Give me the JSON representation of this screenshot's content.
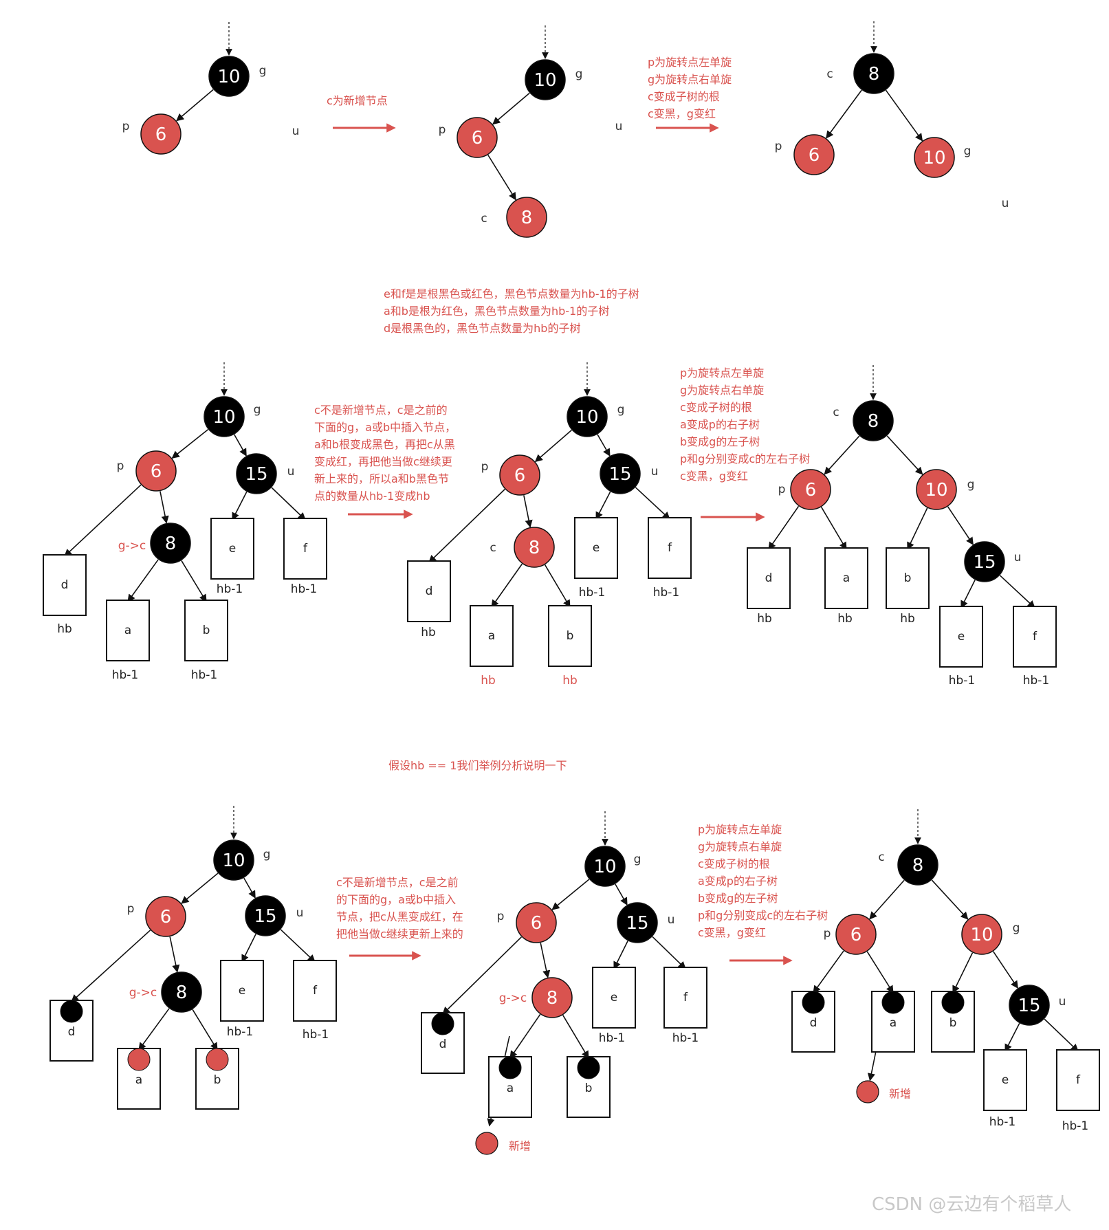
{
  "colors": {
    "red": "#d9534f",
    "black": "#000000",
    "arrow": "#d9534f",
    "note": "#d9534f"
  },
  "watermark": "CSDN @云边有个稻草人",
  "notes": {
    "r1a1": [
      "c为新增节点"
    ],
    "r1a2": [
      "p为旋转点左单旋",
      "g为旋转点右单旋",
      "c变成子树的根",
      "c变黑，g变红"
    ],
    "r2header": [
      "e和f是是根黑色或红色，黑色节点数量为hb-1的子树",
      "a和b是根为红色，黑色节点数量为hb-1的子树",
      "d是根黑色的，黑色节点数量为hb的子树"
    ],
    "r2a1": [
      "c不是新增节点，c是之前的",
      "下面的g，a或b中插入节点，",
      "a和b根变成黑色，再把c从黑",
      "变成红，再把他当做c继续更",
      "新上来的，所以a和b黑色节",
      "点的数量从hb-1变成hb"
    ],
    "r2a2": [
      "p为旋转点左单旋",
      "g为旋转点右单旋",
      "c变成子树的根",
      "a变成p的右子树",
      "b变成g的左子树",
      "p和g分别变成c的左右子树",
      "c变黑，g变红"
    ],
    "r3header": [
      "假设hb == 1我们举例分析说明一下"
    ],
    "r3a1": [
      "c不是新增节点，c是之前",
      "的下面的g，a或b中插入",
      "节点，把c从黑变成红，在",
      "把他当做c继续更新上来的"
    ],
    "r3a2": [
      "p为旋转点左单旋",
      "g为旋转点右单旋",
      "c变成子树的根",
      "a变成p的右子树",
      "b变成g的左子树",
      "p和g分别变成c的左右子树",
      "c变黑，g变红"
    ]
  },
  "nodes": [
    {
      "id": "r1t1g",
      "v": "10",
      "c": "black"
    },
    {
      "id": "r1t1p",
      "v": "6",
      "c": "red"
    },
    {
      "id": "r1t2g",
      "v": "10",
      "c": "black"
    },
    {
      "id": "r1t2p",
      "v": "6",
      "c": "red"
    },
    {
      "id": "r1t2c",
      "v": "8",
      "c": "red"
    },
    {
      "id": "r1t3c",
      "v": "8",
      "c": "black"
    },
    {
      "id": "r1t3p",
      "v": "6",
      "c": "red"
    },
    {
      "id": "r1t3g",
      "v": "10",
      "c": "red"
    },
    {
      "id": "r2t1g",
      "v": "10",
      "c": "black"
    },
    {
      "id": "r2t1p",
      "v": "6",
      "c": "red"
    },
    {
      "id": "r2t1u",
      "v": "15",
      "c": "black"
    },
    {
      "id": "r2t1c",
      "v": "8",
      "c": "black"
    },
    {
      "id": "r2t2g",
      "v": "10",
      "c": "black"
    },
    {
      "id": "r2t2p",
      "v": "6",
      "c": "red"
    },
    {
      "id": "r2t2u",
      "v": "15",
      "c": "black"
    },
    {
      "id": "r2t2c",
      "v": "8",
      "c": "red"
    },
    {
      "id": "r2t3c",
      "v": "8",
      "c": "black"
    },
    {
      "id": "r2t3p",
      "v": "6",
      "c": "red"
    },
    {
      "id": "r2t3g",
      "v": "10",
      "c": "red"
    },
    {
      "id": "r2t3u",
      "v": "15",
      "c": "black"
    },
    {
      "id": "r3t1g",
      "v": "10",
      "c": "black"
    },
    {
      "id": "r3t1p",
      "v": "6",
      "c": "red"
    },
    {
      "id": "r3t1u",
      "v": "15",
      "c": "black"
    },
    {
      "id": "r3t1c",
      "v": "8",
      "c": "black"
    },
    {
      "id": "r3t2g",
      "v": "10",
      "c": "black"
    },
    {
      "id": "r3t2p",
      "v": "6",
      "c": "red"
    },
    {
      "id": "r3t2u",
      "v": "15",
      "c": "black"
    },
    {
      "id": "r3t2c",
      "v": "8",
      "c": "red"
    },
    {
      "id": "r3t3c",
      "v": "8",
      "c": "black"
    },
    {
      "id": "r3t3p",
      "v": "6",
      "c": "red"
    },
    {
      "id": "r3t3g",
      "v": "10",
      "c": "red"
    },
    {
      "id": "r3t3u",
      "v": "15",
      "c": "black"
    }
  ],
  "labels": [
    {
      "id": "l1",
      "t": "g"
    },
    {
      "id": "l2",
      "t": "p"
    },
    {
      "id": "l3",
      "t": "u"
    },
    {
      "id": "l4",
      "t": "g"
    },
    {
      "id": "l5",
      "t": "p"
    },
    {
      "id": "l6",
      "t": "u"
    },
    {
      "id": "l7",
      "t": "c"
    },
    {
      "id": "l8",
      "t": "c"
    },
    {
      "id": "l9",
      "t": "p"
    },
    {
      "id": "l10",
      "t": "g"
    },
    {
      "id": "l11",
      "t": "u"
    },
    {
      "id": "l12",
      "t": "g"
    },
    {
      "id": "l13",
      "t": "p"
    },
    {
      "id": "l14",
      "t": "u"
    },
    {
      "id": "l15",
      "t": "g->c",
      "red": true
    },
    {
      "id": "l16",
      "t": "g"
    },
    {
      "id": "l17",
      "t": "p"
    },
    {
      "id": "l18",
      "t": "u"
    },
    {
      "id": "l19",
      "t": "c"
    },
    {
      "id": "l20",
      "t": "c"
    },
    {
      "id": "l21",
      "t": "p"
    },
    {
      "id": "l22",
      "t": "g"
    },
    {
      "id": "l23",
      "t": "u"
    },
    {
      "id": "l24",
      "t": "g"
    },
    {
      "id": "l25",
      "t": "p"
    },
    {
      "id": "l26",
      "t": "u"
    },
    {
      "id": "l27",
      "t": "g->c",
      "red": true
    },
    {
      "id": "l28",
      "t": "g"
    },
    {
      "id": "l29",
      "t": "p"
    },
    {
      "id": "l30",
      "t": "u"
    },
    {
      "id": "l31",
      "t": "g->c",
      "red": true
    },
    {
      "id": "l32",
      "t": "c"
    },
    {
      "id": "l33",
      "t": "p"
    },
    {
      "id": "l34",
      "t": "g"
    },
    {
      "id": "l35",
      "t": "u"
    }
  ],
  "boxes": [
    {
      "id": "b1",
      "t": "d",
      "s": "hb"
    },
    {
      "id": "b2",
      "t": "a",
      "s": "hb-1"
    },
    {
      "id": "b3",
      "t": "b",
      "s": "hb-1"
    },
    {
      "id": "b4",
      "t": "e",
      "s": "hb-1"
    },
    {
      "id": "b5",
      "t": "f",
      "s": "hb-1"
    },
    {
      "id": "b6",
      "t": "d",
      "s": "hb"
    },
    {
      "id": "b7",
      "t": "a",
      "s": "hb",
      "sr": true
    },
    {
      "id": "b8",
      "t": "b",
      "s": "hb",
      "sr": true
    },
    {
      "id": "b9",
      "t": "e",
      "s": "hb-1"
    },
    {
      "id": "b10",
      "t": "f",
      "s": "hb-1"
    },
    {
      "id": "b11",
      "t": "d",
      "s": "hb"
    },
    {
      "id": "b12",
      "t": "a",
      "s": "hb"
    },
    {
      "id": "b13",
      "t": "b",
      "s": "hb"
    },
    {
      "id": "b14",
      "t": "e",
      "s": "hb-1"
    },
    {
      "id": "b15",
      "t": "f",
      "s": "hb-1"
    },
    {
      "id": "b16",
      "t": "d",
      "s": ""
    },
    {
      "id": "b17",
      "t": "a",
      "s": ""
    },
    {
      "id": "b18",
      "t": "b",
      "s": ""
    },
    {
      "id": "b19",
      "t": "e",
      "s": "hb-1"
    },
    {
      "id": "b20",
      "t": "f",
      "s": "hb-1"
    },
    {
      "id": "b21",
      "t": "d",
      "s": ""
    },
    {
      "id": "b22",
      "t": "a",
      "s": ""
    },
    {
      "id": "b23",
      "t": "b",
      "s": ""
    },
    {
      "id": "b24",
      "t": "e",
      "s": "hb-1"
    },
    {
      "id": "b25",
      "t": "f",
      "s": "hb-1"
    },
    {
      "id": "b26",
      "t": "d",
      "s": ""
    },
    {
      "id": "b27",
      "t": "a",
      "s": ""
    },
    {
      "id": "b28",
      "t": "b",
      "s": ""
    },
    {
      "id": "b29",
      "t": "e",
      "s": "hb-1"
    },
    {
      "id": "b30",
      "t": "f",
      "s": "hb-1"
    }
  ],
  "new_nodes": [
    {
      "id": "n1",
      "t": "新增"
    },
    {
      "id": "n2",
      "t": "新增"
    }
  ]
}
